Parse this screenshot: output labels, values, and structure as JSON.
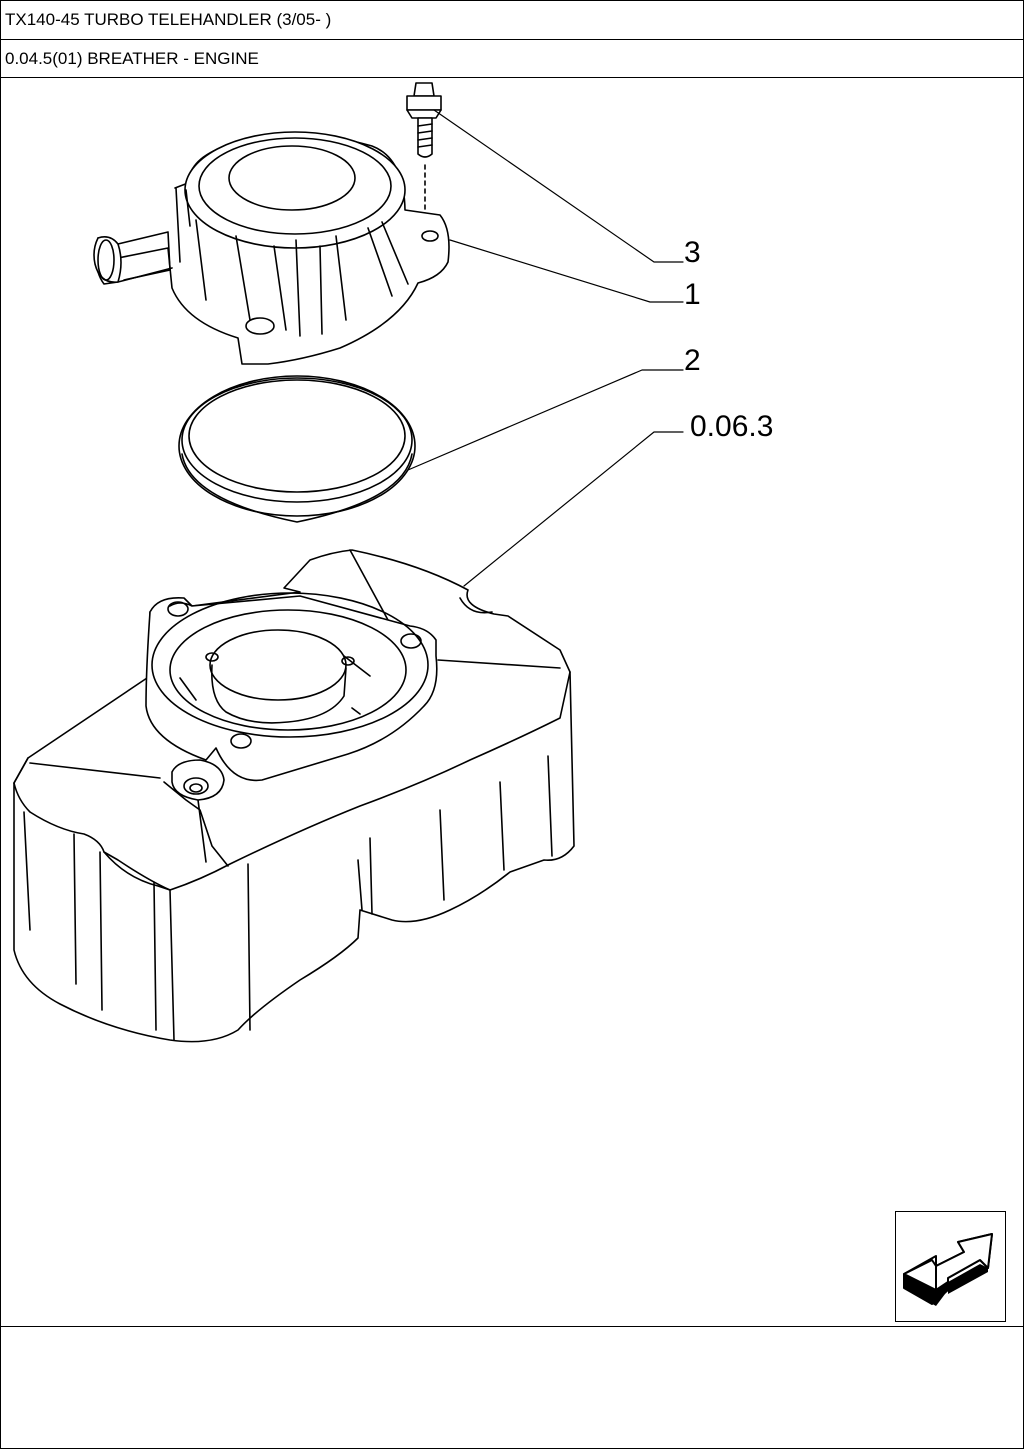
{
  "header": {
    "title": "TX140-45 TURBO TELEHANDLER (3/05- )",
    "subtitle": "0.04.5(01) BREATHER - ENGINE"
  },
  "callouts": {
    "bolt": "3",
    "breather_cover": "1",
    "seal_ring": "2",
    "reference": "0.06.3"
  },
  "navigation": {
    "next_icon": "next-page-arrow-icon"
  }
}
